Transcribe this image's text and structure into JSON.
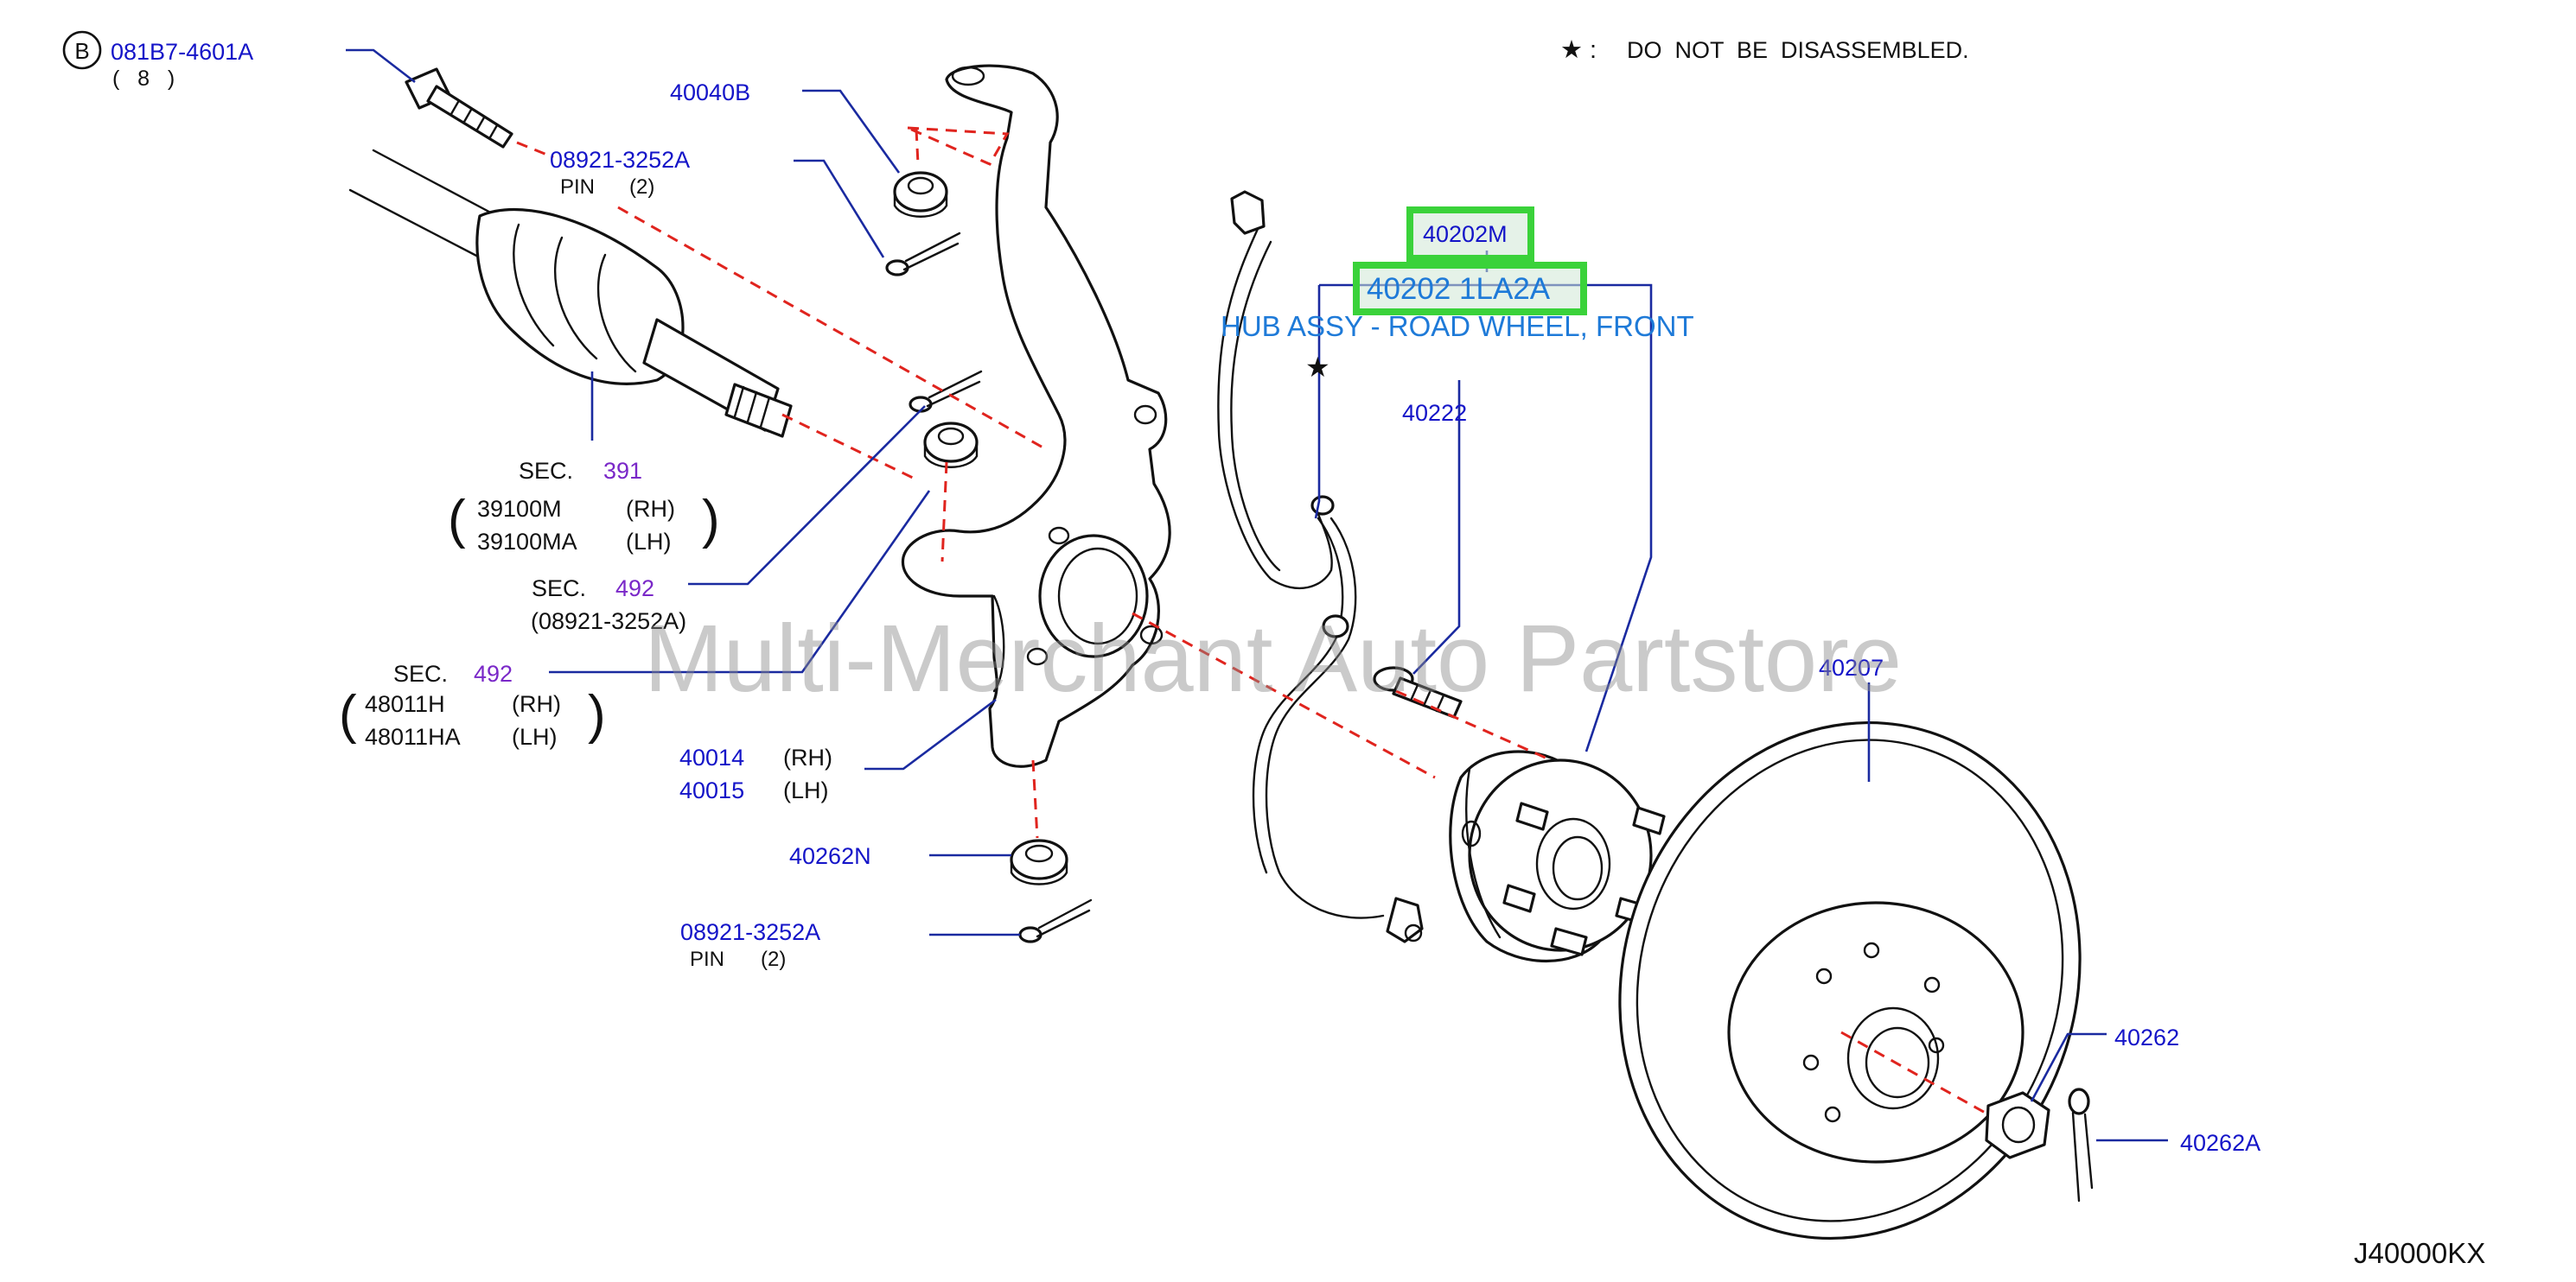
{
  "note": "DO  NOT  BE  DISASSEMBLED.",
  "note_prefix": "★ :",
  "diagram_code": "J40000KX",
  "watermark": "Multi-Merchant Auto Partstore",
  "bolt": {
    "circle": "B",
    "part": "081B7-4601A",
    "qty": "(   8   )"
  },
  "pin_top": {
    "part": "08921-3252A",
    "label": "PIN",
    "qty": "(2)"
  },
  "nut_top": {
    "part": "40040B"
  },
  "sec391": {
    "label": "SEC.",
    "num": "391",
    "rh_part": "39100M",
    "rh": "(RH)",
    "lh_part": "39100MA",
    "lh": "(LH)",
    "paren_open": "(",
    "paren_close": ")"
  },
  "sec492a": {
    "label": "SEC.",
    "num": "492",
    "sub": "(08921-3252A)"
  },
  "sec492b": {
    "label": "SEC.",
    "num": "492",
    "rh_part": "48011H",
    "rh": "(RH)",
    "lh_part": "48011HA",
    "lh": "(LH)",
    "paren_open": "(",
    "paren_close": ")"
  },
  "knuckle": {
    "rh_part": "40014",
    "rh": "(RH)",
    "lh_part": "40015",
    "lh": "(LH)"
  },
  "nut_bottom": {
    "part": "40262N"
  },
  "pin_bottom": {
    "part": "08921-3252A",
    "label": "PIN",
    "qty": "(2)"
  },
  "hub": {
    "part1": "40202M",
    "part2": "40202 1LA2A",
    "name": "HUB ASSY - ROAD WHEEL, FRONT",
    "star": "★"
  },
  "stud": {
    "part": "40222"
  },
  "rotor": {
    "part": "40207"
  },
  "axle_nut": {
    "part": "40262"
  },
  "cotter": {
    "part": "40262A"
  },
  "colors": {
    "link": "#1414c8",
    "section": "#7a28c8",
    "highlight": "#3ad23a",
    "dash": "#e0241e"
  }
}
